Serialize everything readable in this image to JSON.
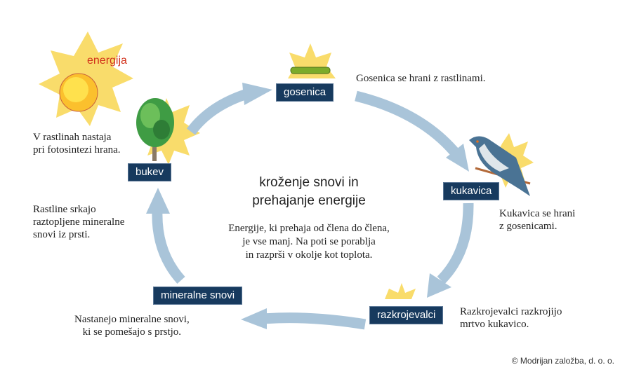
{
  "colors": {
    "label_bg": "#173a5e",
    "arrow": "#a9c4d9",
    "sun": "#f9dc6b",
    "energy": "#d2321c"
  },
  "title": "kroženje snovi in\nprehajanje energije",
  "center_text": "Energije, ki prehaja od člena do člena,\nje vse manj. Na poti se porablja\nin razprši v okolje kot toplota.",
  "energy_label": "energija",
  "nodes": {
    "bukev": {
      "label": "bukev",
      "caption": "V rastlinah nastaja\npri fotosintezi hrana."
    },
    "gosenica": {
      "label": "gosenica",
      "caption": "Gosenica se hrani z rastlinami."
    },
    "kukavica": {
      "label": "kukavica",
      "caption": "Kukavica se hrani\nz gosenicami."
    },
    "razkrojevalci": {
      "label": "razkrojevalci",
      "caption": "Razkrojevalci razkrojijo\nmrtvo kukavico."
    },
    "mineralne": {
      "label": "mineralne snovi",
      "caption": "Nastanejo mineralne snovi,\nki se pomešajo s prstjo."
    }
  },
  "side_caption": "Rastline srkajo\nraztopljene mineralne\nsnovi iz prsti.",
  "copyright": "© Modrijan založba, d. o. o."
}
